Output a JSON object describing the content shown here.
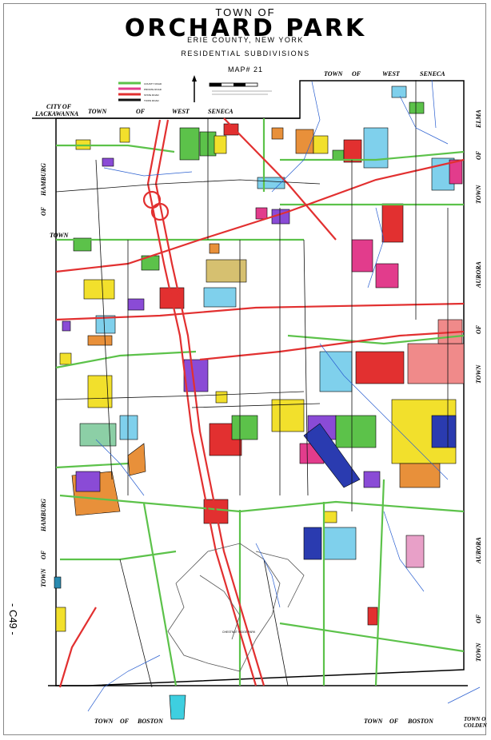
{
  "title": {
    "line1": "TOWN OF",
    "line2": "ORCHARD PARK",
    "line3": "ERIE COUNTY, NEW YORK",
    "line4": "RESIDENTIAL SUBDIVISIONS",
    "line5": "MAP# 21"
  },
  "legend": {
    "items": [
      {
        "label": "COUNTY ROAD",
        "color": "#5cc24a"
      },
      {
        "label": "PRIVATE ROAD",
        "color": "#e23c8c"
      },
      {
        "label": "STATE ROAD",
        "color": "#e23030"
      },
      {
        "label": "TOWN ROAD",
        "color": "#111111"
      }
    ]
  },
  "labels": {
    "town_top": "TOWN",
    "of_top": "OF",
    "west_top": "WEST",
    "seneca_top": "SENECA",
    "city_of": "CITY OF",
    "lackawanna": "LACKAWANNA",
    "town_left": "TOWN",
    "of_left": "OF",
    "west_left": "WEST",
    "seneca_left": "SENECA",
    "town_west": "TOWN",
    "town_bottom": "TOWN",
    "of_bottom": "OF",
    "boston_bottom": "BOSTON",
    "town_bottom_r": "TOWN",
    "of_bottom_r": "OF",
    "boston_bottom_r": "BOSTON",
    "town_colden": "TOWN O",
    "colden": "COLDEN",
    "hamburg_top": "HAMBURG",
    "of_hamburg_top": "OF",
    "hamburg_bottom": "HAMBURG",
    "of_hamburg_bottom": "OF",
    "town_hamburg_bottom": "TOWN",
    "elma": "ELMA",
    "of_elma": "OF",
    "town_elma": "TOWN",
    "aurora_top": "AURORA",
    "of_aurora": "OF",
    "town_aurora": "TOWN",
    "aurora_bottom": "AURORA",
    "of_aurora_bottom": "OF",
    "town_aurora_bottom": "TOWN",
    "park": "CHESTNUT RIDGE PARK"
  },
  "side_text": "- C49 -",
  "colors": {
    "county_road": "#5cc24a",
    "state_road": "#e23030",
    "town_road": "#111111",
    "creek": "#2a5fd0"
  }
}
